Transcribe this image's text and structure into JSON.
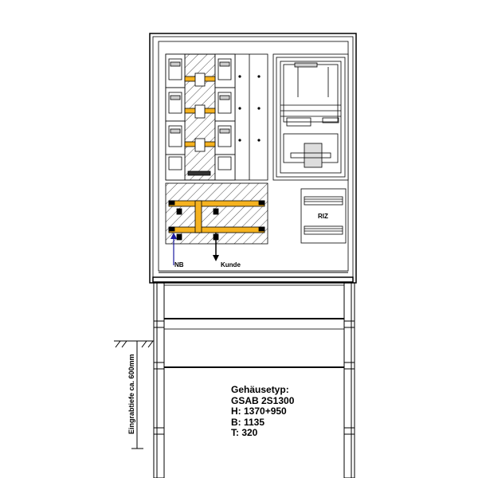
{
  "labels": {
    "nb": "NB",
    "kunde": "Kunde",
    "riz": "RIZ",
    "depth": "Eingrabtiefe ca. 600mm"
  },
  "spec": {
    "line1": "Gehäusetyp:",
    "line2": "GSAB 2S1300",
    "line3": "H: 1370+950",
    "line4": "B: 1135",
    "line5": "T: 320"
  },
  "colors": {
    "busbar": "#f5b21f",
    "arrow_nb": "#1a1aa0",
    "line": "#000000"
  }
}
